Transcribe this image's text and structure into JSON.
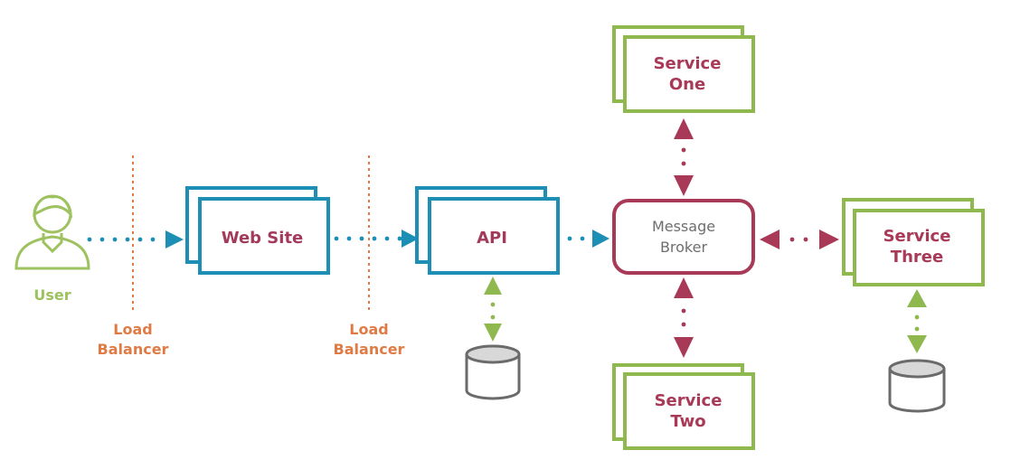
{
  "colors": {
    "user": "#9dc25f",
    "load_balancer": "#e07b45",
    "web": "#1d8fb5",
    "web_text": "#a43a5b",
    "broker": "#a83957",
    "service": "#8fb84f",
    "service_text": "#a83957",
    "db": "#6b6b6b",
    "db_fill": "#ffffff",
    "db_top": "#d8d8d8"
  },
  "nodes": {
    "user": {
      "label": "User",
      "icon": "user-icon"
    },
    "load_balancer_1": {
      "line1": "Load",
      "line2": "Balancer"
    },
    "load_balancer_2": {
      "line1": "Load",
      "line2": "Balancer"
    },
    "web_site": {
      "label": "Web Site"
    },
    "api": {
      "label": "API"
    },
    "message_broker": {
      "line1": "Message",
      "line2": "Broker"
    },
    "service_one": {
      "line1": "Service",
      "line2": "One"
    },
    "service_two": {
      "line1": "Service",
      "line2": "Two"
    },
    "service_three": {
      "line1": "Service",
      "line2": "Three"
    },
    "api_database": {
      "icon": "database-icon"
    },
    "service_three_database": {
      "icon": "database-icon"
    }
  }
}
